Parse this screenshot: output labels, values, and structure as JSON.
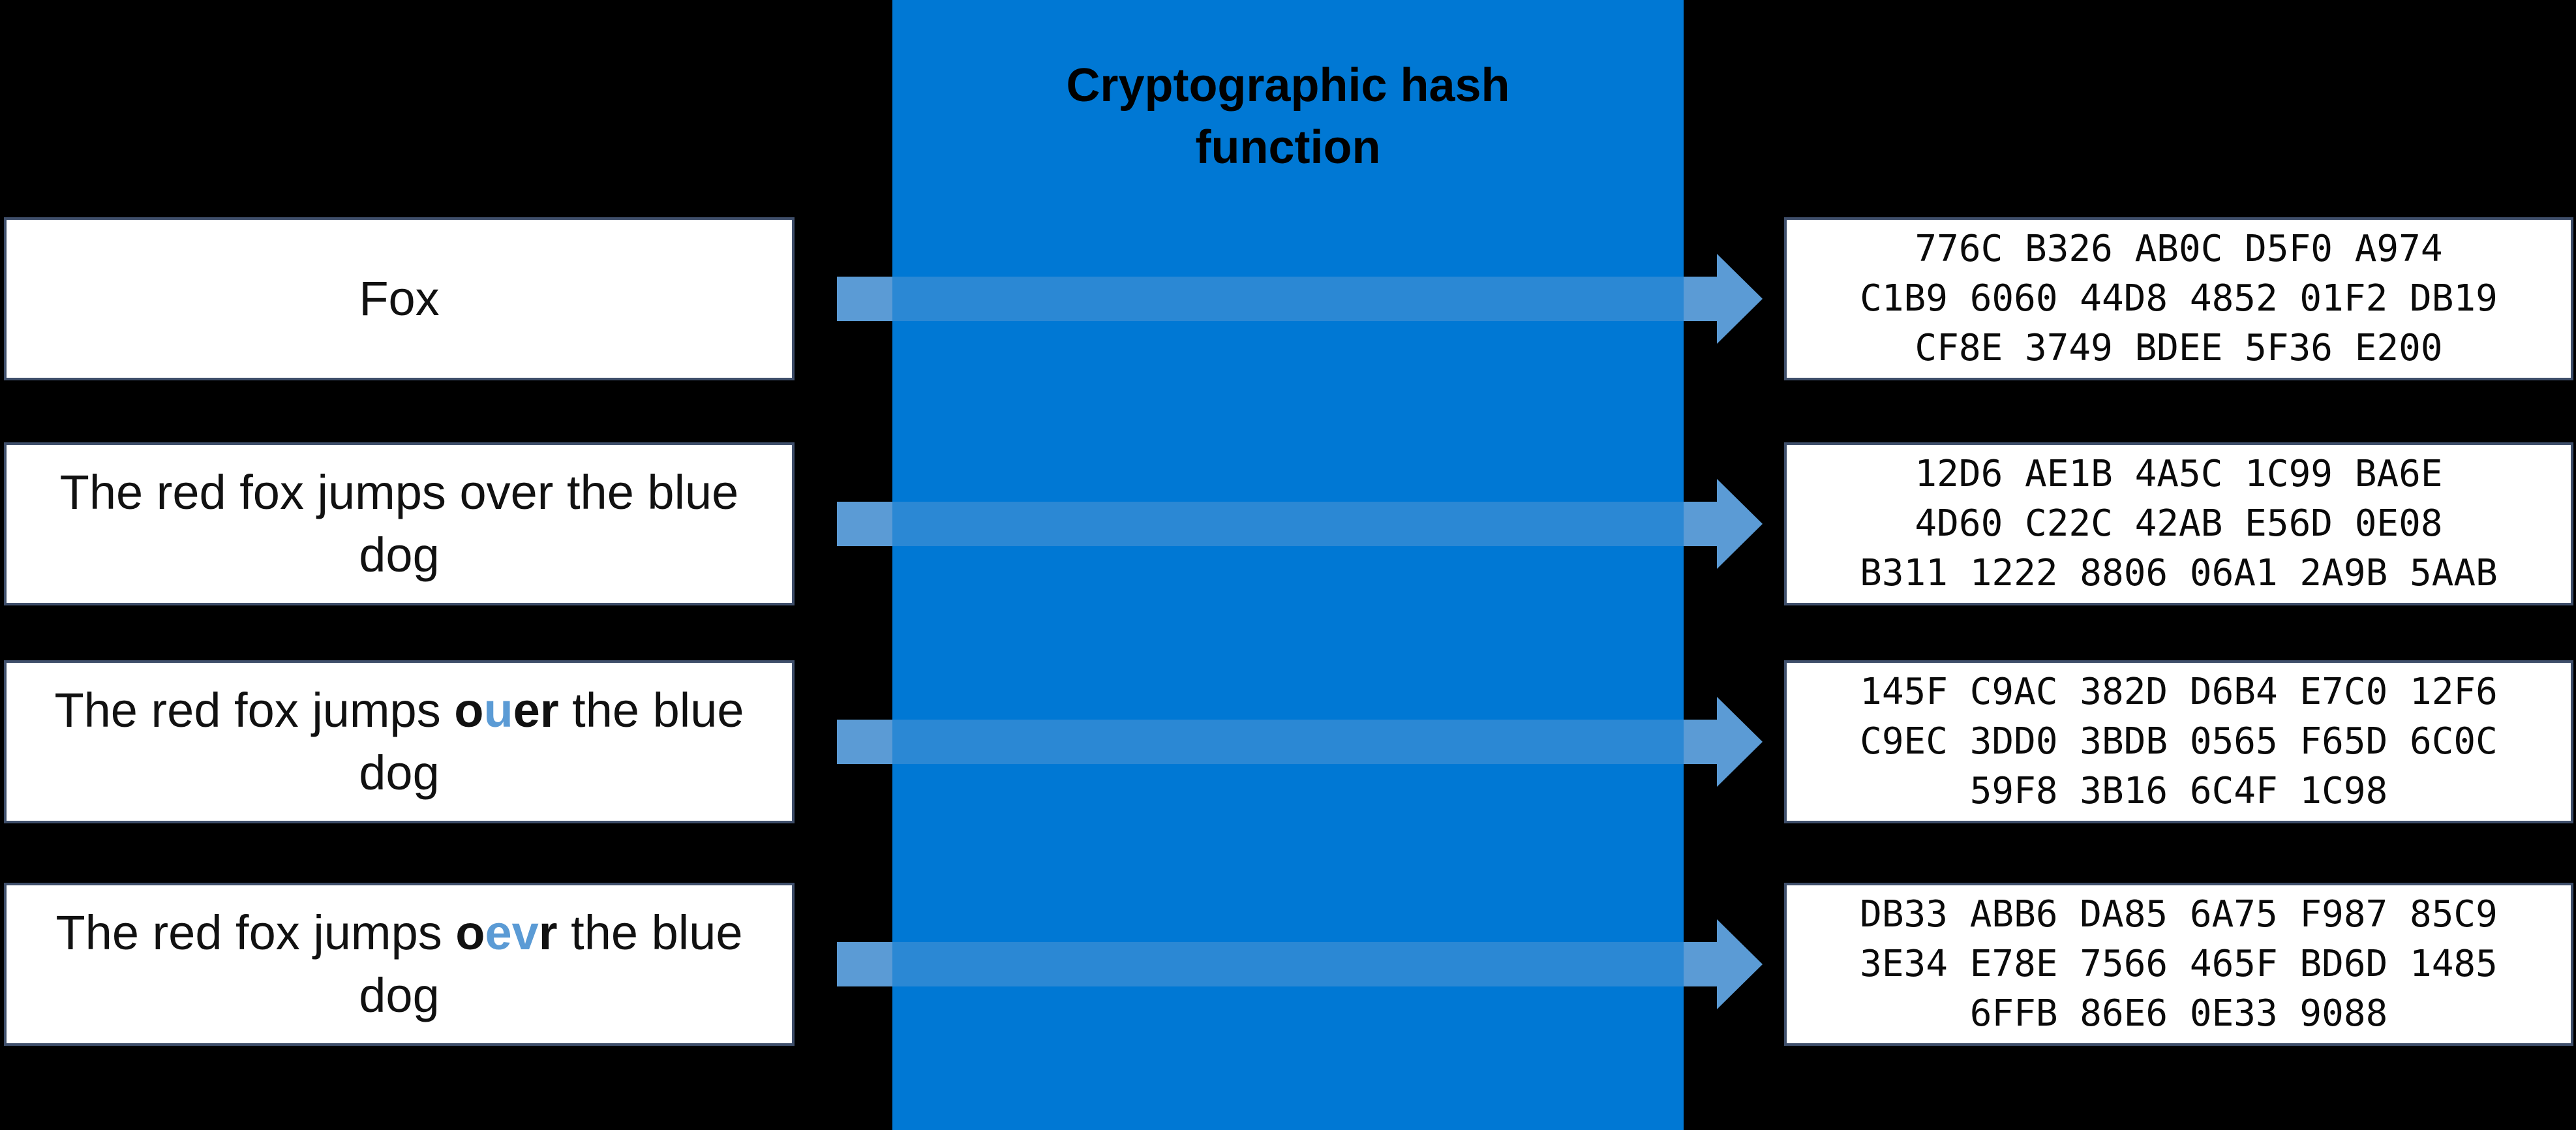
{
  "title": "Cryptographic hash function",
  "colors": {
    "background": "#000000",
    "hash_block": "#0078D4",
    "arrow": "#5B9BD5",
    "arrow_overlay": "rgba(91,155,213,0.47)",
    "box_border": "#3F4F6B",
    "box_fill": "#FFFFFF",
    "accent_text": "#5B9BD5"
  },
  "rows": [
    {
      "input": {
        "segments": [
          {
            "text": "Fox"
          }
        ]
      },
      "hash_lines": [
        "776C B326 AB0C D5F0 A974",
        "C1B9 6060 44D8 4852 01F2 DB19",
        "CF8E 3749 BDEE 5F36 E200"
      ]
    },
    {
      "input": {
        "segments": [
          {
            "text": "The red fox jumps over the blue dog"
          }
        ]
      },
      "hash_lines": [
        "12D6 AE1B 4A5C 1C99 BA6E",
        "4D60 C22C 42AB E56D 0E08",
        "B311 1222 8806 06A1 2A9B 5AAB"
      ]
    },
    {
      "input": {
        "segments": [
          {
            "text": "The red fox jumps "
          },
          {
            "text": "o",
            "bold": true
          },
          {
            "text": "u",
            "bold": true,
            "accent": true
          },
          {
            "text": "er",
            "bold": true
          },
          {
            "text": " the blue dog"
          }
        ]
      },
      "hash_lines": [
        "145F C9AC 382D D6B4 E7C0 12F6",
        "C9EC 3DD0 3BDB 0565 F65D 6C0C",
        "59F8 3B16 6C4F 1C98"
      ]
    },
    {
      "input": {
        "segments": [
          {
            "text": "The red fox jumps "
          },
          {
            "text": "o",
            "bold": true
          },
          {
            "text": "ev",
            "bold": true,
            "accent": true
          },
          {
            "text": "r",
            "bold": true
          },
          {
            "text": " the blue dog"
          }
        ]
      },
      "hash_lines": [
        "DB33 ABB6 DA85 6A75 F987 85C9",
        "3E34 E78E 7566 465F BD6D 1485",
        "6FFB 86E6 0E33 9088"
      ]
    }
  ]
}
